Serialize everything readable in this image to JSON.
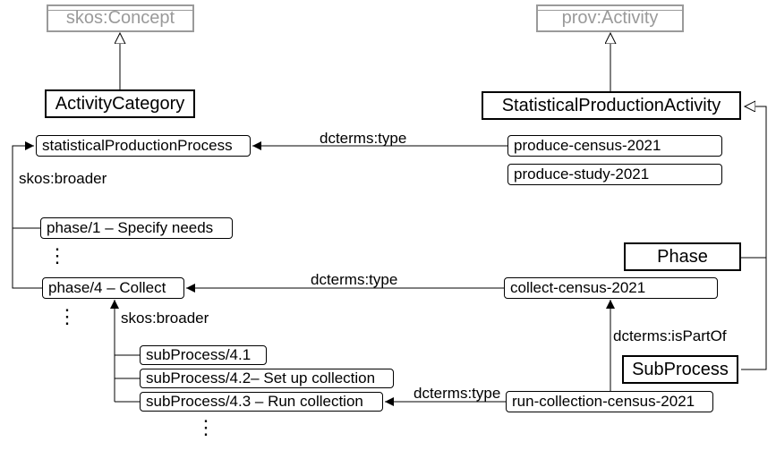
{
  "classes": {
    "skos_concept": "skos:Concept",
    "activity_category": "ActivityCategory",
    "prov_activity": "prov:Activity",
    "stat_prod_activity": "StatisticalProductionActivity",
    "phase": "Phase",
    "subprocess": "SubProcess"
  },
  "instances": {
    "stat_prod_process": "statisticalProductionProcess",
    "phase1": "phase/1 – Specify needs",
    "phase4": "phase/4 – Collect",
    "sub41": "subProcess/4.1",
    "sub42": "subProcess/4.2– Set up collection",
    "sub43": "subProcess/4.3 – Run collection",
    "produce_census": "produce-census-2021",
    "produce_study": "produce-study-2021",
    "collect_census": "collect-census-2021",
    "run_collection": "run-collection-census-2021"
  },
  "edge_labels": {
    "dcterms_type_1": "dcterms:type",
    "dcterms_type_2": "dcterms:type",
    "dcterms_type_3": "dcterms:type",
    "skos_broader_1": "skos:broader",
    "skos_broader_2": "skos:broader",
    "is_part_of": "dcterms:isPartOf"
  },
  "ellipsis": {
    "dots_1": "⋮",
    "dots_2": "⋮",
    "dots_3": "⋮"
  }
}
